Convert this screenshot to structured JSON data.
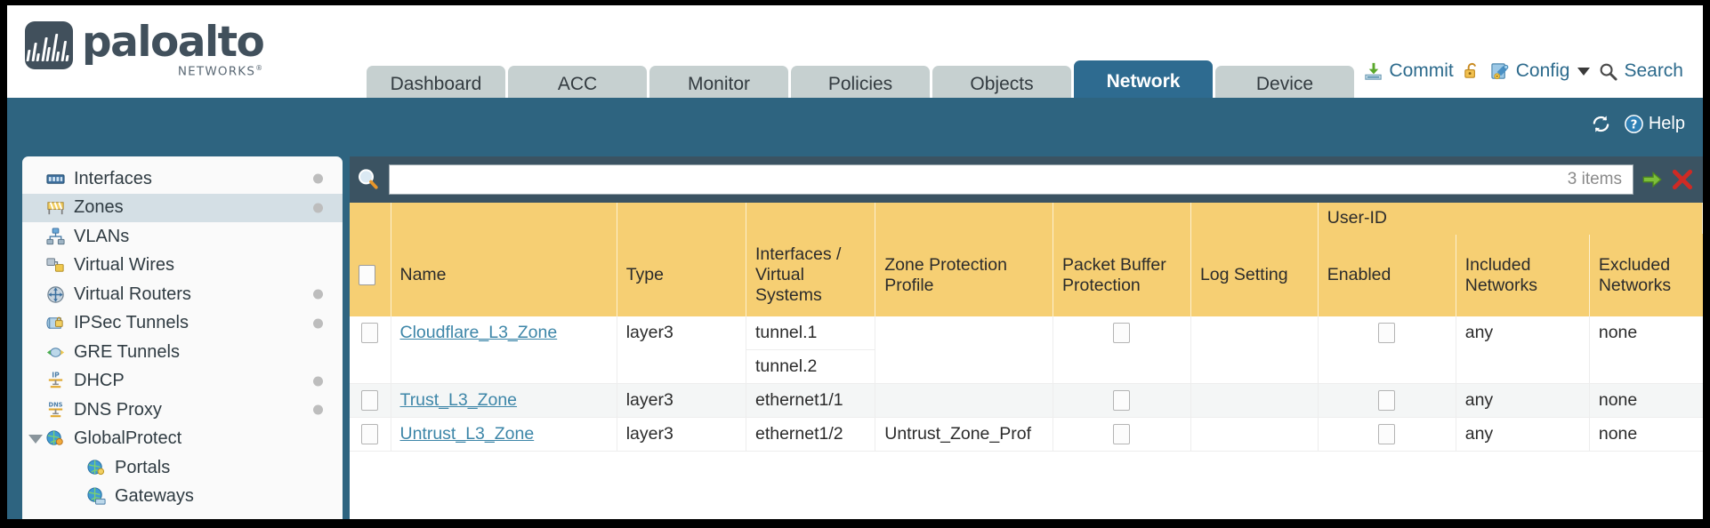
{
  "brand": {
    "name": "paloalto",
    "tagline": "NETWORKS",
    "registered": "®"
  },
  "tabs": [
    {
      "label": "Dashboard",
      "active": false
    },
    {
      "label": "ACC",
      "active": false
    },
    {
      "label": "Monitor",
      "active": false
    },
    {
      "label": "Policies",
      "active": false
    },
    {
      "label": "Objects",
      "active": false
    },
    {
      "label": "Network",
      "active": true
    },
    {
      "label": "Device",
      "active": false
    }
  ],
  "toolbar": {
    "commit_label": "Commit",
    "commit_icon": "commit-save-icon",
    "lock_icon": "unlocked-padlock-icon",
    "config_label": "Config",
    "config_icon": "config-wrench-key-icon",
    "search_label": "Search",
    "search_icon": "search-magnifier-icon"
  },
  "blueband": {
    "refresh_icon": "refresh-icon",
    "help_label": "Help",
    "help_icon": "help-question-icon"
  },
  "sidebar": {
    "items": [
      {
        "label": "Interfaces",
        "icon": "interfaces-icon",
        "selected": false,
        "dot": true,
        "child": false,
        "expander": false
      },
      {
        "label": "Zones",
        "icon": "zones-icon",
        "selected": true,
        "dot": true,
        "child": false,
        "expander": false
      },
      {
        "label": "VLANs",
        "icon": "vlans-icon",
        "selected": false,
        "dot": false,
        "child": false,
        "expander": false
      },
      {
        "label": "Virtual Wires",
        "icon": "virtual-wires-icon",
        "selected": false,
        "dot": false,
        "child": false,
        "expander": false
      },
      {
        "label": "Virtual Routers",
        "icon": "virtual-routers-icon",
        "selected": false,
        "dot": true,
        "child": false,
        "expander": false
      },
      {
        "label": "IPSec Tunnels",
        "icon": "ipsec-tunnels-icon",
        "selected": false,
        "dot": true,
        "child": false,
        "expander": false
      },
      {
        "label": "GRE Tunnels",
        "icon": "gre-tunnels-icon",
        "selected": false,
        "dot": false,
        "child": false,
        "expander": false
      },
      {
        "label": "DHCP",
        "icon": "dhcp-icon",
        "selected": false,
        "dot": true,
        "child": false,
        "expander": false
      },
      {
        "label": "DNS Proxy",
        "icon": "dns-proxy-icon",
        "selected": false,
        "dot": true,
        "child": false,
        "expander": false
      },
      {
        "label": "GlobalProtect",
        "icon": "globalprotect-icon",
        "selected": false,
        "dot": false,
        "child": false,
        "expander": true
      },
      {
        "label": "Portals",
        "icon": "portals-icon",
        "selected": false,
        "dot": false,
        "child": true,
        "expander": false
      },
      {
        "label": "Gateways",
        "icon": "gateways-icon",
        "selected": false,
        "dot": false,
        "child": true,
        "expander": false
      }
    ]
  },
  "filter": {
    "search_icon": "filter-search-icon",
    "value": "",
    "placeholder": "",
    "items_count": "3 items",
    "apply_icon": "green-arrow-apply-icon",
    "clear_icon": "red-x-clear-icon"
  },
  "table": {
    "group_headers": [
      {
        "label": "User-ID",
        "span": 3
      }
    ],
    "columns": [
      "Name",
      "Type",
      "Interfaces / Virtual Systems",
      "Zone Protection Profile",
      "Packet Buffer Protection",
      "Log Setting",
      "Enabled",
      "Included Networks",
      "Excluded Networks"
    ],
    "rows": [
      {
        "selected": false,
        "name": "Cloudflare_L3_Zone",
        "type": "layer3",
        "interfaces": [
          "tunnel.1",
          "tunnel.2"
        ],
        "zone_protection_profile": "",
        "packet_buffer_protection": false,
        "log_setting": "",
        "userid_enabled": false,
        "included_networks": "any",
        "excluded_networks": "none"
      },
      {
        "selected": false,
        "name": "Trust_L3_Zone",
        "type": "layer3",
        "interfaces": [
          "ethernet1/1"
        ],
        "zone_protection_profile": "",
        "packet_buffer_protection": false,
        "log_setting": "",
        "userid_enabled": false,
        "included_networks": "any",
        "excluded_networks": "none"
      },
      {
        "selected": false,
        "name": "Untrust_L3_Zone",
        "type": "layer3",
        "interfaces": [
          "ethernet1/2"
        ],
        "zone_protection_profile": "Untrust_Zone_Prof",
        "packet_buffer_protection": false,
        "log_setting": "",
        "userid_enabled": false,
        "included_networks": "any",
        "excluded_networks": "none"
      }
    ]
  },
  "colors": {
    "brand_slate": "#41505c",
    "band_blue": "#2e6480",
    "tab_active": "#2e6b90",
    "tab_inactive": "#c6d0d0",
    "header_gold": "#f6cf73",
    "group_gold": "#e3b552",
    "link_blue": "#3d86a8",
    "alt_row": "#f4f6f6"
  }
}
